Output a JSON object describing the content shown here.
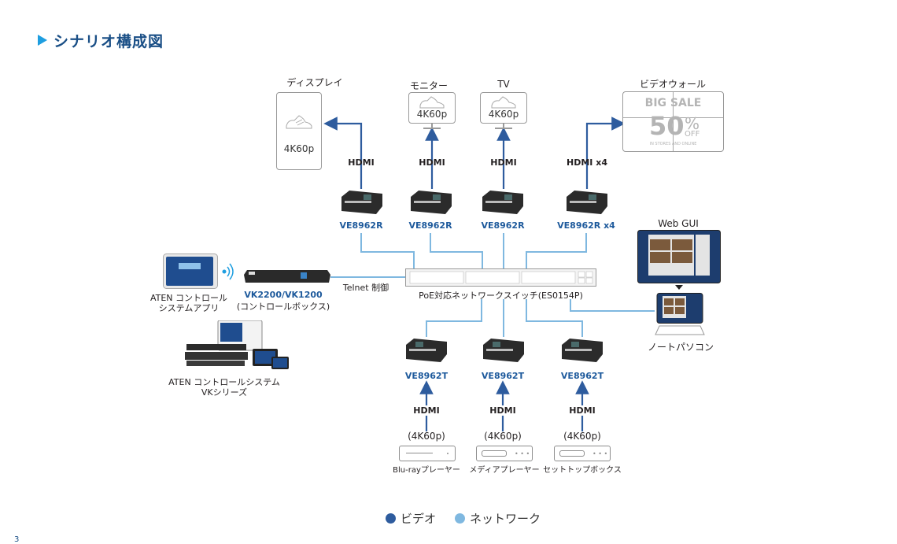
{
  "title": "シナリオ構成図",
  "colors": {
    "video": "#2e5c9e",
    "network": "#7fb8e0",
    "title": "#1a4f86",
    "accent": "#1e9ee0",
    "model": "#1e5a9c"
  },
  "outputs": [
    {
      "name": "ディスプレイ",
      "resolution": "4K60p",
      "cable": "HDMI",
      "receiver": "VE8962R"
    },
    {
      "name": "モニター",
      "resolution": "4K60p",
      "cable": "HDMI",
      "receiver": "VE8962R"
    },
    {
      "name": "TV",
      "resolution": "4K60p",
      "cable": "HDMI",
      "receiver": "VE8962R"
    },
    {
      "name": "ビデオウォール",
      "cable": "HDMI x4",
      "receiver": "VE8962R x4",
      "wall_text": {
        "headline": "BIG SALE",
        "percent": "50",
        "percent_sign": "%",
        "off": "OFF",
        "tagline": "IN STORES AND ONLINE"
      }
    }
  ],
  "inputs": [
    {
      "name": "Blu-rayプレーヤー",
      "resolution": "(4K60p)",
      "cable": "HDMI",
      "transmitter": "VE8962T"
    },
    {
      "name": "メディアプレーヤー",
      "resolution": "(4K60p)",
      "cable": "HDMI",
      "transmitter": "VE8962T"
    },
    {
      "name": "セットトップボックス",
      "resolution": "(4K60p)",
      "cable": "HDMI",
      "transmitter": "VE8962T"
    }
  ],
  "switch": {
    "label": "PoE対応ネットワークスイッチ(ES0154P)"
  },
  "control": {
    "app_label_line1": "ATEN コントロール",
    "app_label_line2": "システムアプリ",
    "box_model": "VK2200/VK1200",
    "box_desc": "(コントロールボックス)",
    "link_label": "Telnet 制御",
    "series_line1": "ATEN コントロールシステム",
    "series_line2": "VKシリーズ"
  },
  "pc": {
    "web_label": "Web GUI",
    "laptop_label": "ノートパソコン"
  },
  "legend": [
    {
      "label": "ビデオ",
      "color": "#2e5c9e"
    },
    {
      "label": "ネットワーク",
      "color": "#7fb8e0"
    }
  ],
  "page_number": "3"
}
